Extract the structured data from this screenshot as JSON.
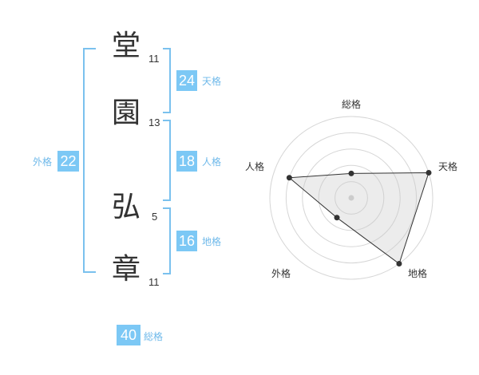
{
  "name": {
    "chars": [
      {
        "char": "堂",
        "strokes": "11"
      },
      {
        "char": "園",
        "strokes": "13"
      },
      {
        "char": "弘",
        "strokes": "5"
      },
      {
        "char": "章",
        "strokes": "11"
      }
    ]
  },
  "kakus": {
    "tenkaku": {
      "value": "24",
      "label": "天格"
    },
    "jinkaku": {
      "value": "18",
      "label": "人格"
    },
    "chikaku": {
      "value": "16",
      "label": "地格"
    },
    "gaikaku": {
      "value": "22",
      "label": "外格"
    },
    "soukaku": {
      "value": "40",
      "label": "総格"
    }
  },
  "colors": {
    "accent": "#7cc8f5",
    "bracket": "#7ac1ee",
    "label": "#6fb9ea"
  },
  "chart_data": {
    "type": "radar",
    "axes": [
      "総格",
      "天格",
      "地格",
      "外格",
      "人格"
    ],
    "values": [
      1.5,
      5,
      5,
      1.5,
      4
    ],
    "max": 5,
    "rings": 5
  }
}
